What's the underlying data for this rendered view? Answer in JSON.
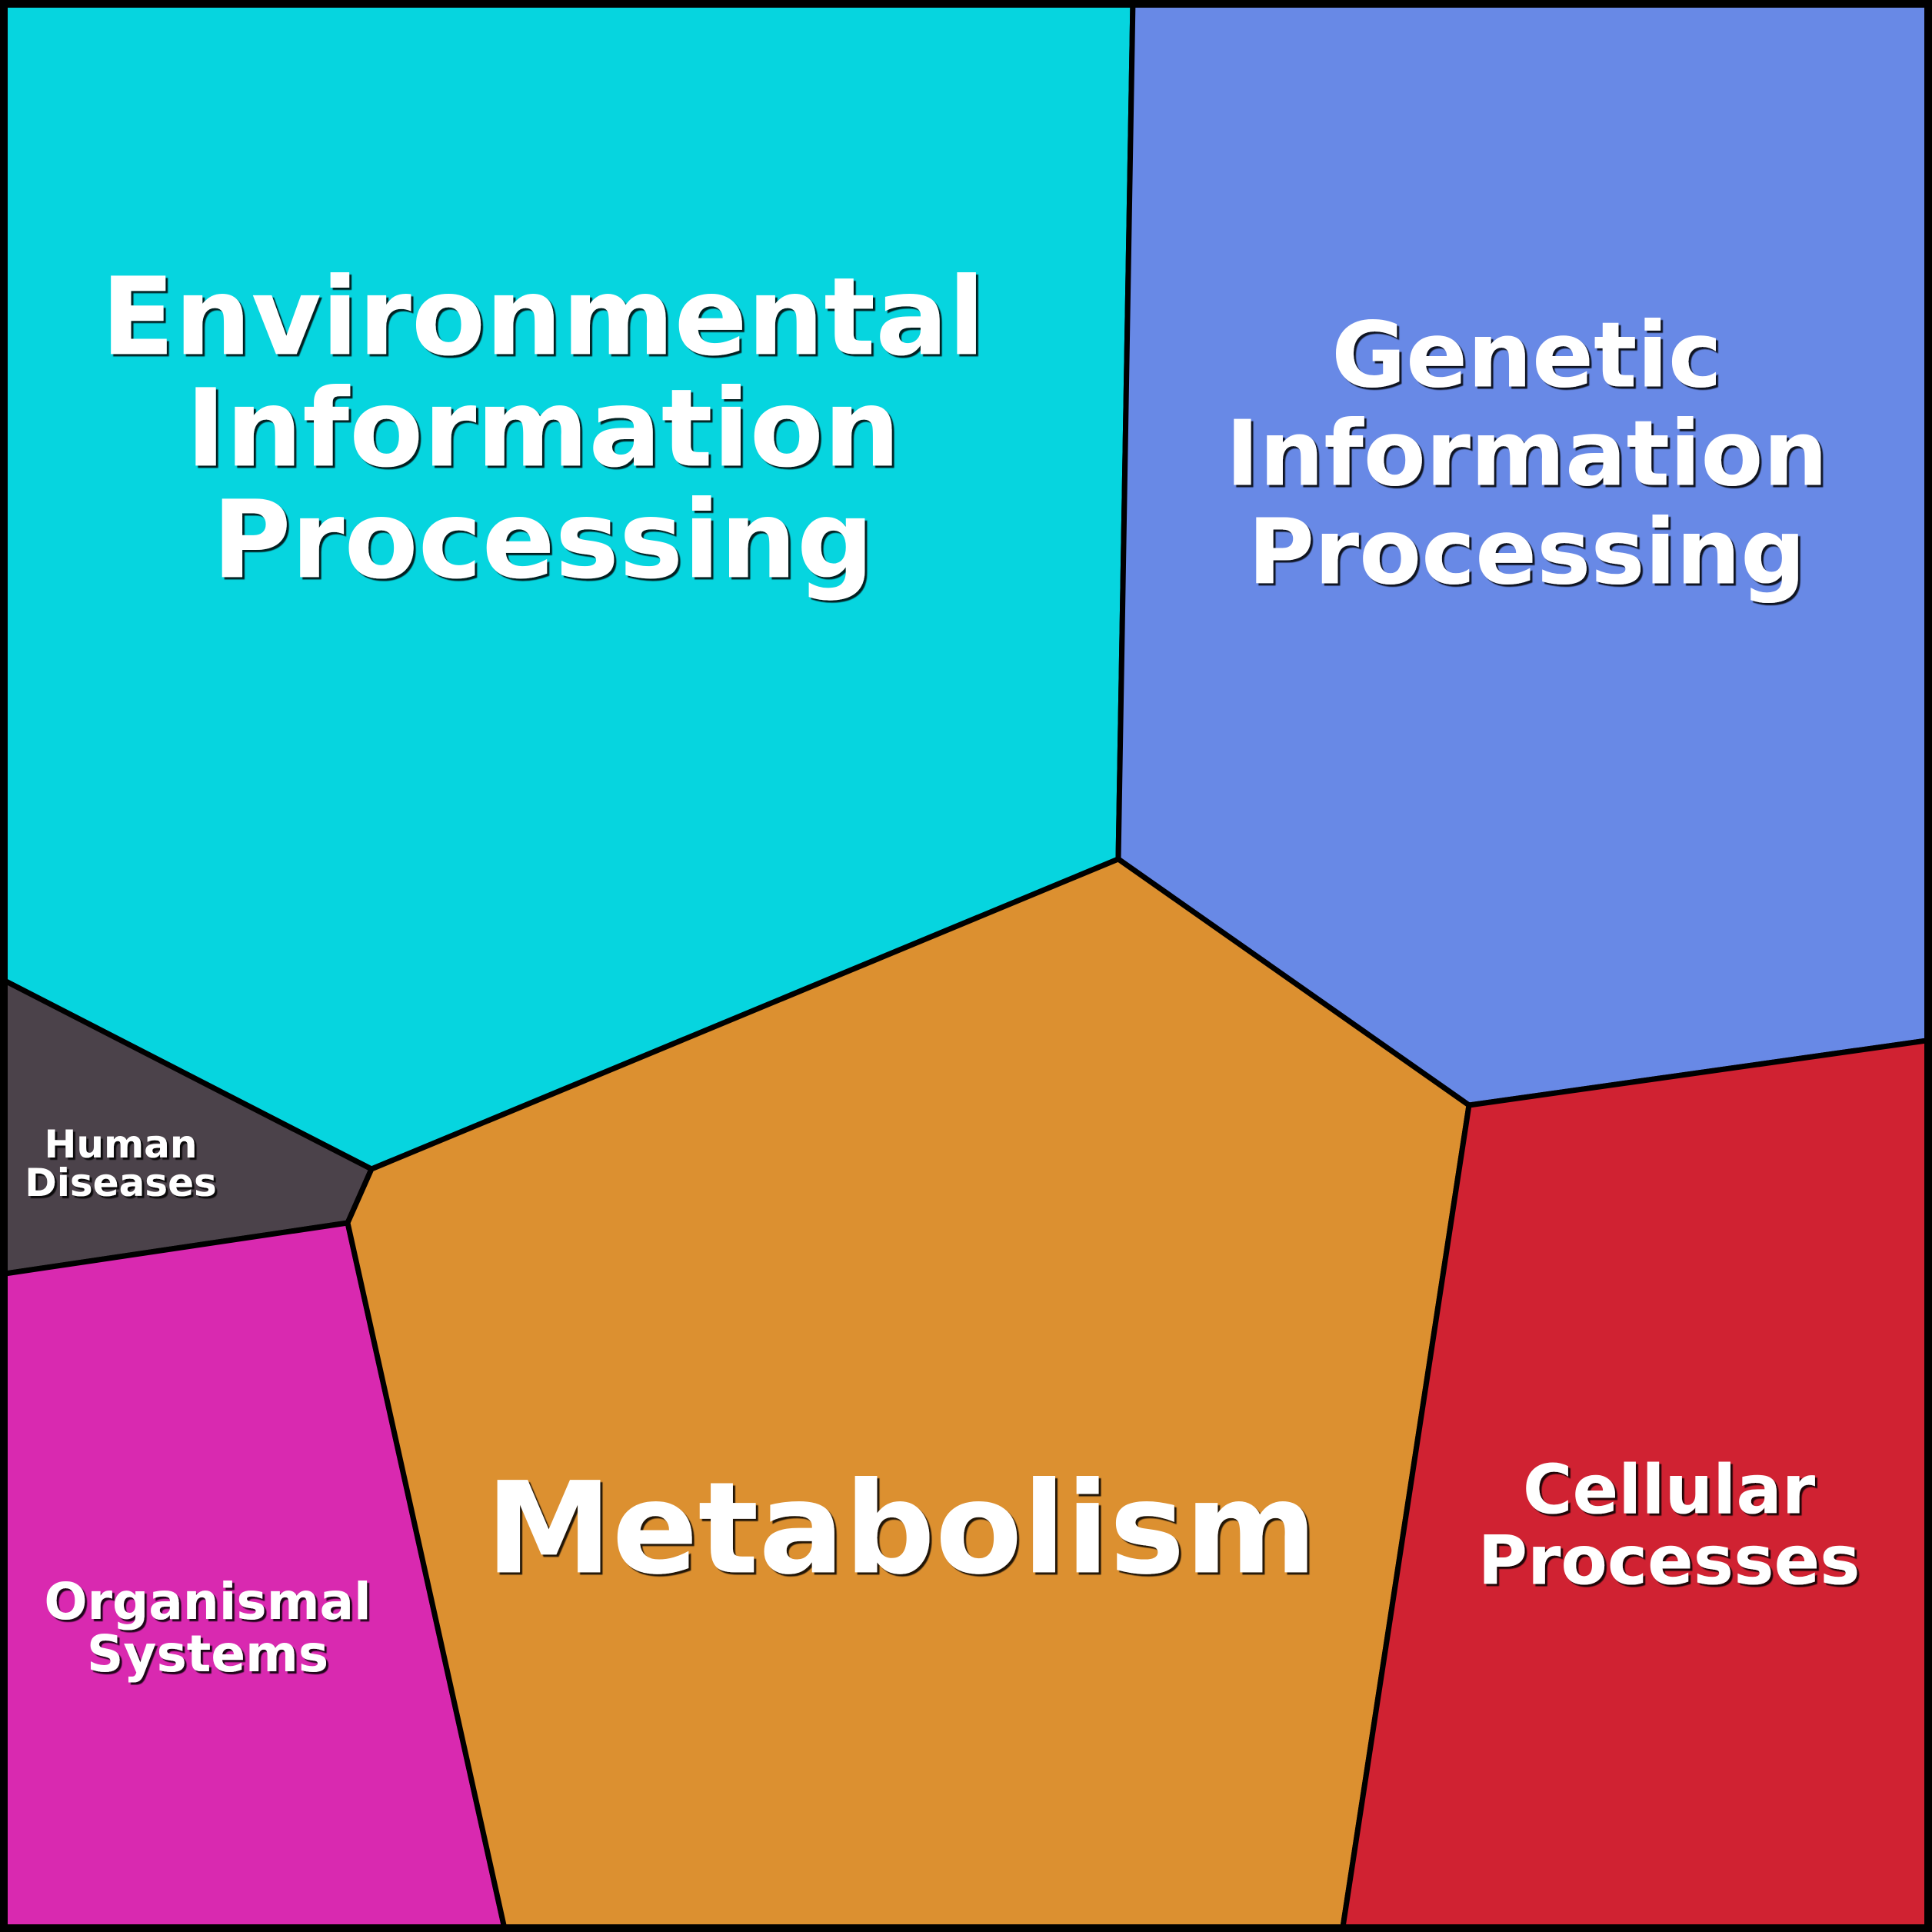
{
  "title": "KEGG functional category Voronoi treemap",
  "border_color": "#000000",
  "cells": [
    {
      "id": "environmental",
      "label_lines": [
        "Environmental",
        "Information",
        "Processing"
      ],
      "color": "#06D5DF"
    },
    {
      "id": "genetic",
      "label_lines": [
        "Genetic",
        "Information",
        "Processing"
      ],
      "color": "#6889E6"
    },
    {
      "id": "human-diseases",
      "label_lines": [
        "Human",
        "Diseases"
      ],
      "color": "#4B424A"
    },
    {
      "id": "organismal",
      "label_lines": [
        "Organismal",
        "Systems"
      ],
      "color": "#D929B0"
    },
    {
      "id": "metabolism",
      "label_lines": [
        "Metabolism"
      ],
      "color": "#DC9030"
    },
    {
      "id": "cellular",
      "label_lines": [
        "Cellular",
        "Processes"
      ],
      "color": "#D02232"
    }
  ]
}
